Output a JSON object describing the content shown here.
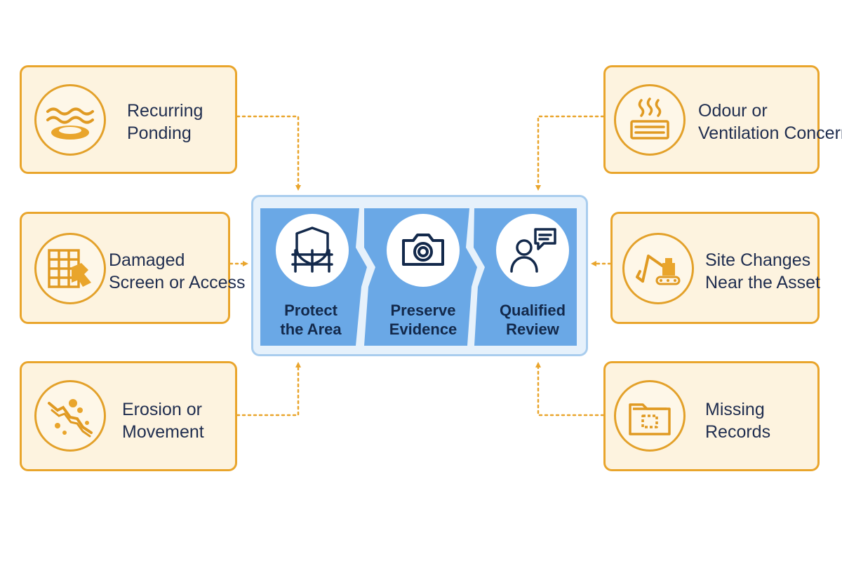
{
  "triggers": {
    "left": [
      {
        "icon": "water-ponding-icon",
        "line1": "Recurring",
        "line2": "Ponding"
      },
      {
        "icon": "damaged-screen-icon",
        "line1": "Damaged",
        "line2": "Screen or Access"
      },
      {
        "icon": "erosion-icon",
        "line1": "Erosion or",
        "line2": "Movement"
      }
    ],
    "right": [
      {
        "icon": "odour-vent-icon",
        "line1": "Odour or",
        "line2": "Ventilation Concern"
      },
      {
        "icon": "excavator-icon",
        "line1": "Site Changes",
        "line2": "Near the Asset"
      },
      {
        "icon": "folder-icon",
        "line1": "Missing",
        "line2": "Records"
      }
    ]
  },
  "process": {
    "steps": [
      {
        "icon": "shield-barrier-icon",
        "line1": "Protect",
        "line2": "the Area"
      },
      {
        "icon": "camera-icon",
        "line1": "Preserve",
        "line2": "Evidence"
      },
      {
        "icon": "reviewer-chat-icon",
        "line1": "Qualified",
        "line2": "Review"
      }
    ]
  },
  "colors": {
    "card_border": "#e9a52c",
    "card_fill": "#fdf3df",
    "connector": "#e9a52c",
    "step_fill": "#6aa8e6",
    "panel_fill": "#e6f1fb",
    "text_dark": "#1f2d4f"
  }
}
